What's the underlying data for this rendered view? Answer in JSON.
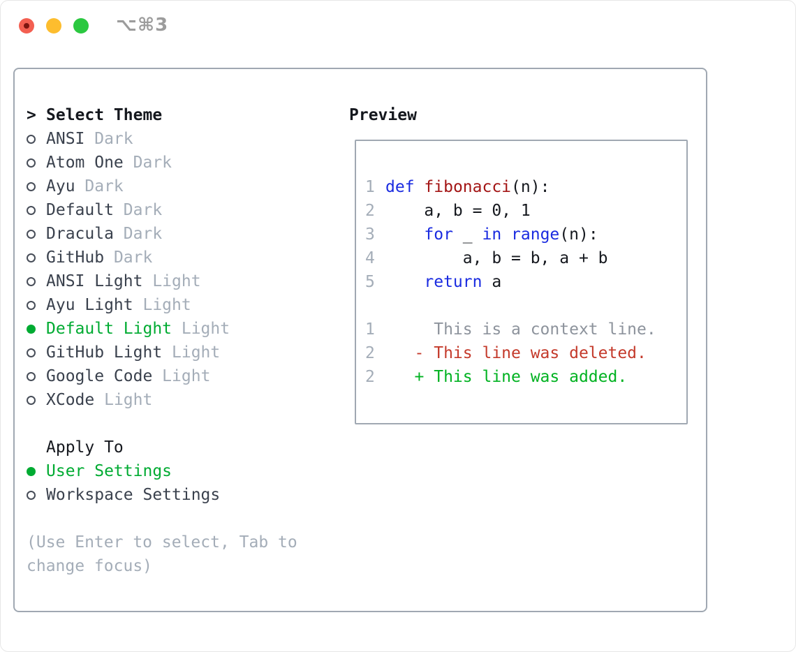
{
  "window": {
    "title_shortcut": "⌥⌘3",
    "traffic_lights": {
      "close": "close-button",
      "minimize": "minimize-button",
      "zoom": "zoom-button"
    }
  },
  "theme_panel": {
    "header": {
      "prefix": ">",
      "label": "Select Theme"
    },
    "themes": [
      {
        "name": "ANSI",
        "variant": "Dark",
        "selected": false
      },
      {
        "name": "Atom One",
        "variant": "Dark",
        "selected": false
      },
      {
        "name": "Ayu",
        "variant": "Dark",
        "selected": false
      },
      {
        "name": "Default",
        "variant": "Dark",
        "selected": false
      },
      {
        "name": "Dracula",
        "variant": "Dark",
        "selected": false
      },
      {
        "name": "GitHub",
        "variant": "Dark",
        "selected": false
      },
      {
        "name": "ANSI Light",
        "variant": "Light",
        "selected": false
      },
      {
        "name": "Ayu Light",
        "variant": "Light",
        "selected": false
      },
      {
        "name": "Default Light",
        "variant": "Light",
        "selected": true
      },
      {
        "name": "GitHub Light",
        "variant": "Light",
        "selected": false
      },
      {
        "name": "Google Code",
        "variant": "Light",
        "selected": false
      },
      {
        "name": "XCode",
        "variant": "Light",
        "selected": false
      }
    ],
    "apply_to": {
      "label": "Apply To",
      "options": [
        {
          "name": "User Settings",
          "selected": true
        },
        {
          "name": "Workspace Settings",
          "selected": false
        }
      ]
    },
    "help_text": "(Use Enter to select, Tab to change focus)"
  },
  "preview": {
    "label": "Preview",
    "code_lines": [
      {
        "num": "1",
        "tokens": [
          {
            "t": "def",
            "c": "kw"
          },
          {
            "t": " ",
            "c": "pl"
          },
          {
            "t": "fibonacci",
            "c": "fn"
          },
          {
            "t": "(n):",
            "c": "pl"
          }
        ]
      },
      {
        "num": "2",
        "tokens": [
          {
            "t": "    a, b = 0, 1",
            "c": "pl"
          }
        ]
      },
      {
        "num": "3",
        "tokens": [
          {
            "t": "    ",
            "c": "pl"
          },
          {
            "t": "for",
            "c": "kw"
          },
          {
            "t": " _ ",
            "c": "pl"
          },
          {
            "t": "in",
            "c": "kw"
          },
          {
            "t": " ",
            "c": "pl"
          },
          {
            "t": "range",
            "c": "kw"
          },
          {
            "t": "(n):",
            "c": "pl"
          }
        ]
      },
      {
        "num": "4",
        "tokens": [
          {
            "t": "        a, b = b, a + b",
            "c": "pl"
          }
        ]
      },
      {
        "num": "5",
        "tokens": [
          {
            "t": "    ",
            "c": "pl"
          },
          {
            "t": "return",
            "c": "kw"
          },
          {
            "t": " a",
            "c": "pl"
          }
        ]
      },
      {
        "num": "",
        "tokens": []
      },
      {
        "num": "1",
        "tokens": [
          {
            "t": "     This is a context line.",
            "c": "ctx"
          }
        ]
      },
      {
        "num": "2",
        "tokens": [
          {
            "t": "   - This line was deleted.",
            "c": "del"
          }
        ]
      },
      {
        "num": "2",
        "tokens": [
          {
            "t": "   + This line was added.",
            "c": "add"
          }
        ]
      }
    ]
  },
  "colors": {
    "accent_green": "#00ab32",
    "added_green": "#00b221",
    "deleted_red": "#c43a2b",
    "keyword_blue": "#1a2be0",
    "function_red": "#a31515",
    "context_gray": "#8d939c",
    "muted_gray": "#a4adb8",
    "dark_text": "#3a414d",
    "heading_black": "#15181e",
    "code_black": "#15181e",
    "radio_ring": "#474d58",
    "border_gray": "#a0a8b2",
    "title_gray": "#9c9c9c",
    "traffic_red": "#f35f51",
    "traffic_red_dot": "#7c150f",
    "traffic_yellow": "#fdbd2e",
    "traffic_green": "#2bc840"
  }
}
